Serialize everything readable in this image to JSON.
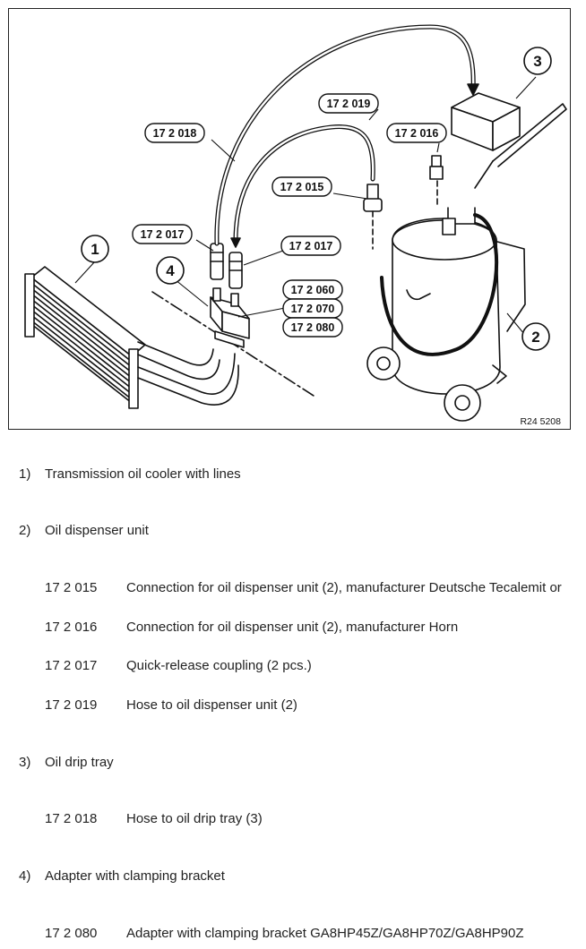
{
  "figure": {
    "reference": "R24 5208",
    "callouts": [
      "1",
      "2",
      "3",
      "4"
    ],
    "labels": {
      "l172018": "17 2 018",
      "l172019": "17 2 019",
      "l172016": "17 2 016",
      "l172015": "17 2 015",
      "l172017a": "17 2 017",
      "l172017b": "17 2 017",
      "l172060": "17 2 060",
      "l172070": "17 2 070",
      "l172080": "17 2 080"
    }
  },
  "legend": [
    {
      "num": "1)",
      "text": "Transmission oil cooler with lines"
    },
    {
      "num": "2)",
      "text": "Oil dispenser unit"
    },
    {
      "code": "17 2 015",
      "desc": "Connection for oil dispenser unit (2), manufacturer Deutsche Tecalemit or"
    },
    {
      "code": "17 2 016",
      "desc": "Connection for oil dispenser unit (2), manufacturer Horn"
    },
    {
      "code": "17 2 017",
      "desc": "Quick-release coupling (2 pcs.)"
    },
    {
      "code": "17 2 019",
      "desc": "Hose to oil dispenser unit (2)"
    },
    {
      "num": "3)",
      "text": "Oil drip tray"
    },
    {
      "code": "17 2 018",
      "desc": "Hose to oil drip tray (3)"
    },
    {
      "num": "4)",
      "text": "Adapter with clamping bracket"
    },
    {
      "code": "17 2 080",
      "desc": "Adapter with clamping bracket GA8HP45Z/GA8HP70Z/GA8HP90Z"
    }
  ]
}
